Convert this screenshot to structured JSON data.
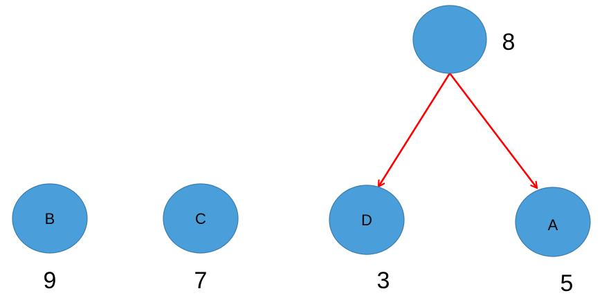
{
  "nodes": [
    {
      "id": "root",
      "label": "",
      "weight": "8"
    },
    {
      "id": "B",
      "label": "B",
      "weight": "9"
    },
    {
      "id": "C",
      "label": "C",
      "weight": "7"
    },
    {
      "id": "D",
      "label": "D",
      "weight": "3"
    },
    {
      "id": "A",
      "label": "A",
      "weight": "5"
    }
  ],
  "edges": [
    {
      "from": "root",
      "to": "D"
    },
    {
      "from": "root",
      "to": "A"
    }
  ],
  "colors": {
    "node_fill": "#4a9fdb",
    "node_stroke": "#3a7cad",
    "edge": "#ff0000",
    "text": "#000000"
  }
}
